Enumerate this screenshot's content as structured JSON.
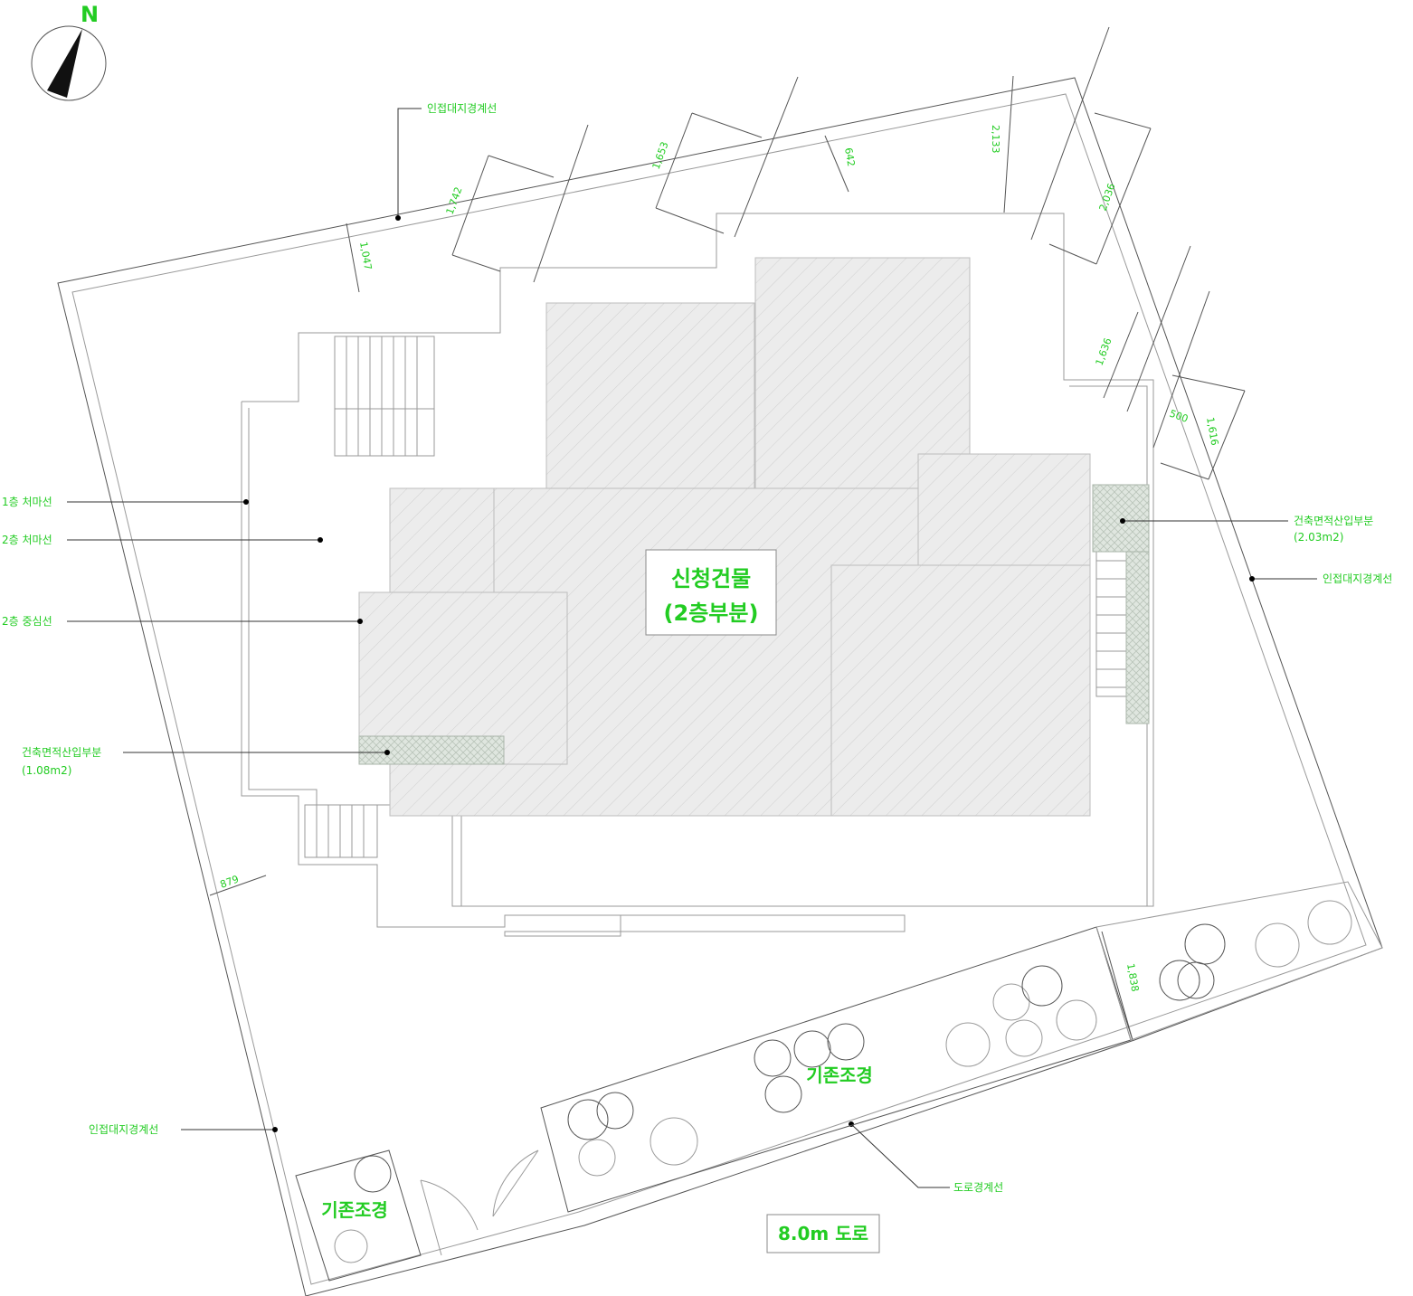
{
  "north": {
    "label": "N"
  },
  "title": {
    "line1": "신청건물",
    "line2": "(2층부분)"
  },
  "labels": {
    "neighbor_top": "인접대지경계선",
    "neighbor_right": "인접대지경계선",
    "neighbor_left": "인접대지경계선",
    "eave_1f": "1층 처마선",
    "eave_2f": "2층 처마선",
    "wall_2f": "2층 중심선",
    "area_left_line1": "건축면적산입부분",
    "area_left_line2": "(1.08m2)",
    "area_right_line1": "건축면적산입부분",
    "area_right_line2": "(2.03m2)",
    "road_boundary": "도로경계선",
    "landscape_1": "기존조경",
    "landscape_2": "기존조경",
    "road": "8.0m 도로"
  },
  "dimensions": [
    "1,047",
    "1,742",
    "1,653",
    "642",
    "2,133",
    "2,036",
    "1,636",
    "500",
    "1,616",
    "879",
    "1,838"
  ],
  "colors": {
    "accent_green": "#22cc22",
    "hatch_gray": "#e6e6e6"
  }
}
